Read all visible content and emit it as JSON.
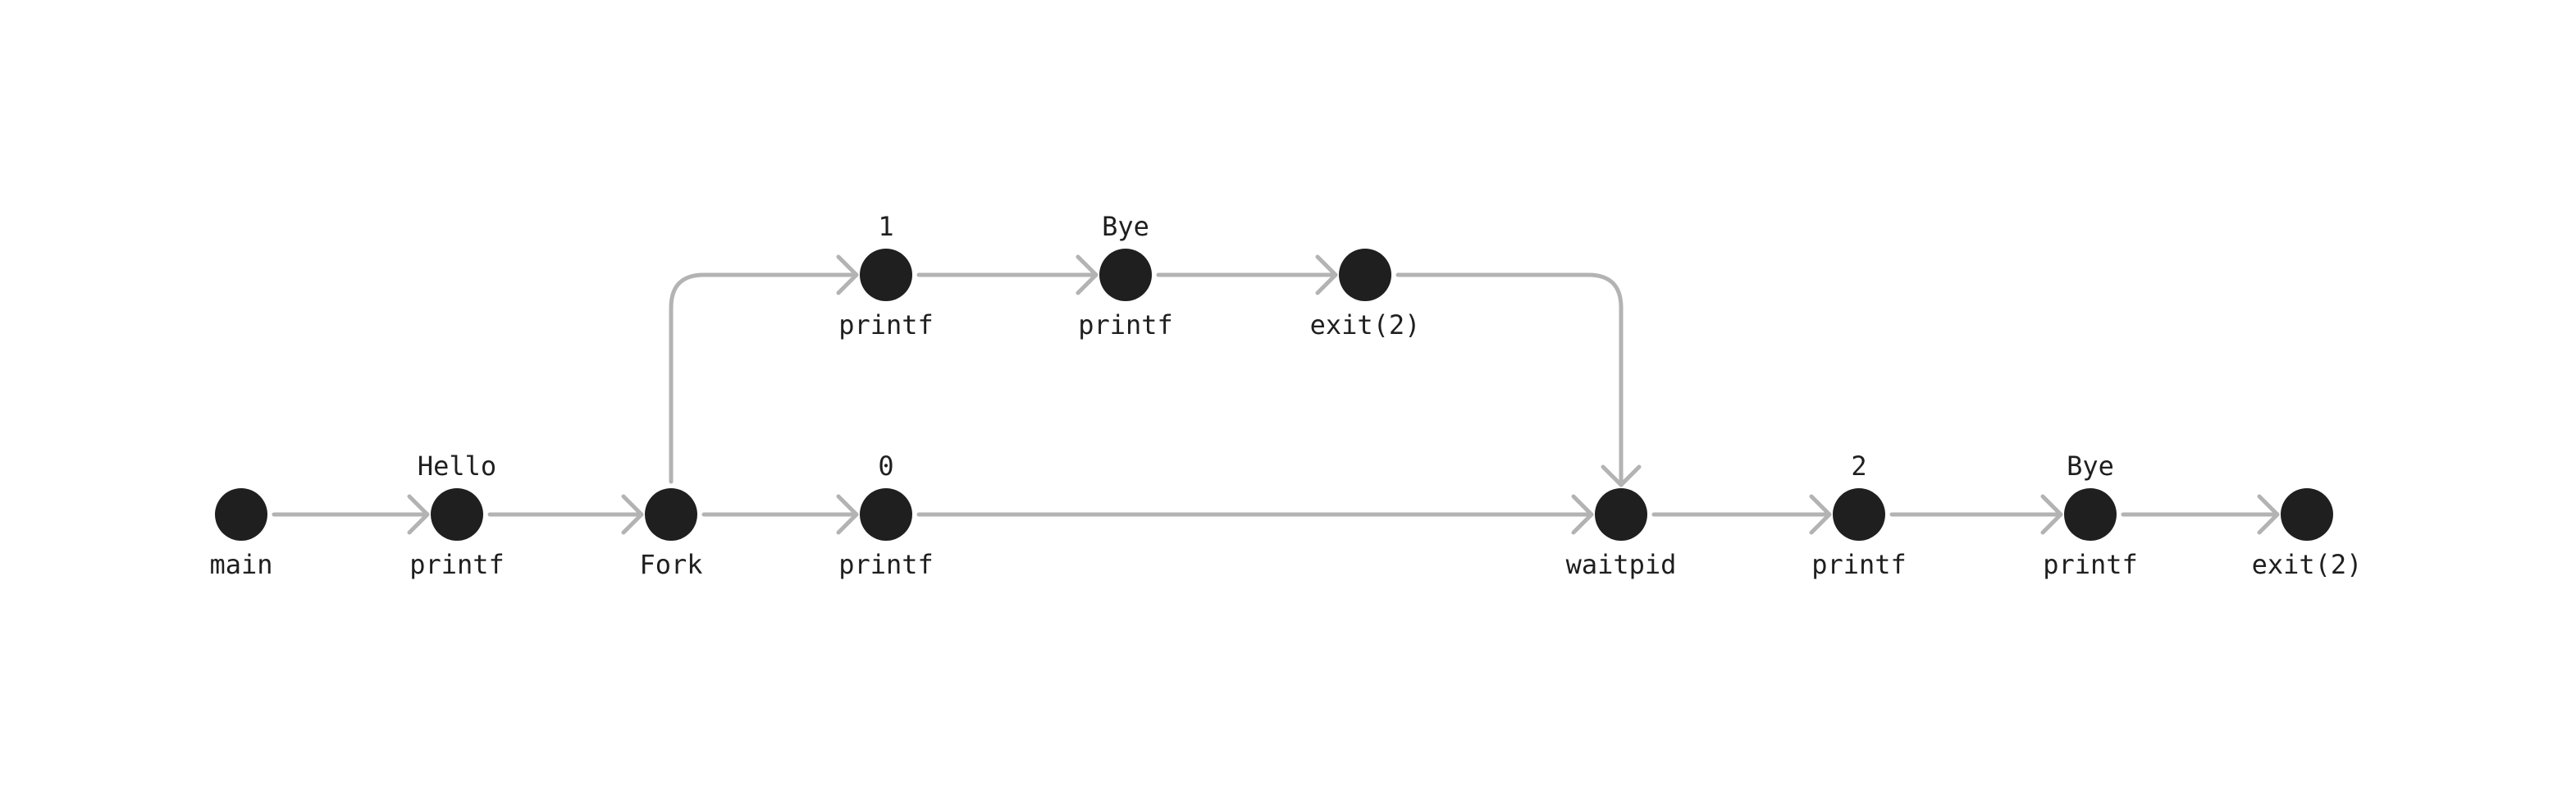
{
  "colors": {
    "node_fill": "#1f1f1f",
    "edge_stroke": "#b3b3b3",
    "text": "#1f1f1f",
    "background": "#ffffff"
  },
  "nodes": [
    {
      "id": "main",
      "label": "main",
      "output": ""
    },
    {
      "id": "printf_a",
      "label": "printf",
      "output": "Hello"
    },
    {
      "id": "fork",
      "label": "Fork",
      "output": ""
    },
    {
      "id": "printf_b",
      "label": "printf",
      "output": "1"
    },
    {
      "id": "printf_c",
      "label": "printf",
      "output": "Bye"
    },
    {
      "id": "exit_a",
      "label": "exit(2)",
      "output": ""
    },
    {
      "id": "printf_d",
      "label": "printf",
      "output": "0"
    },
    {
      "id": "waitpid",
      "label": "waitpid",
      "output": ""
    },
    {
      "id": "printf_e",
      "label": "printf",
      "output": "2"
    },
    {
      "id": "printf_f",
      "label": "printf",
      "output": "Bye"
    },
    {
      "id": "exit_b",
      "label": "exit(2)",
      "output": ""
    }
  ],
  "edges": [
    {
      "from": "main",
      "to": "printf_a"
    },
    {
      "from": "printf_a",
      "to": "fork"
    },
    {
      "from": "fork",
      "to": "printf_b"
    },
    {
      "from": "printf_b",
      "to": "printf_c"
    },
    {
      "from": "printf_c",
      "to": "exit_a"
    },
    {
      "from": "exit_a",
      "to": "waitpid"
    },
    {
      "from": "fork",
      "to": "printf_d"
    },
    {
      "from": "printf_d",
      "to": "waitpid"
    },
    {
      "from": "waitpid",
      "to": "printf_e"
    },
    {
      "from": "printf_e",
      "to": "printf_f"
    },
    {
      "from": "printf_f",
      "to": "exit_b"
    }
  ]
}
